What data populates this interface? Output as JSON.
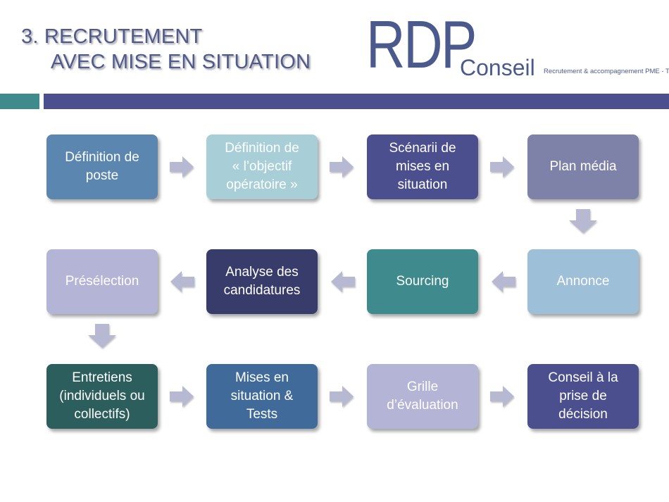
{
  "title": {
    "line1": "3.  RECRUTEMENT",
    "line2": "AVEC MISE EN SITUATION"
  },
  "logo": {
    "mark": "RDP",
    "word": "Conseil",
    "tagline": "Recrutement & accompagnement PME - TPE"
  },
  "steps": [
    {
      "label": "Définition de\nposte",
      "color": "#5b86b0"
    },
    {
      "label": "Définition de\n« l’objectif\nopératoire »",
      "color": "#a8cfd8"
    },
    {
      "label": "Scénarii de\nmises en\nsituation",
      "color": "#4b4f8e"
    },
    {
      "label": "Plan média",
      "color": "#7f82a8"
    },
    {
      "label": "Annonce",
      "color": "#9dbfd8"
    },
    {
      "label": "Sourcing",
      "color": "#3f8a8c"
    },
    {
      "label": "Analyse des\ncandidatures",
      "color": "#383c6a"
    },
    {
      "label": "Présélection",
      "color": "#b3b4d6"
    },
    {
      "label": "Entretiens\n(individuels ou\ncollectifs)",
      "color": "#2c5e5e"
    },
    {
      "label": "Mises en\nsituation  &\nTests",
      "color": "#3f6a9a"
    },
    {
      "label": "Grille\nd’évaluation",
      "color": "#b3b4d6"
    },
    {
      "label": "Conseil à la\nprise de\ndécision",
      "color": "#4b4f8e"
    }
  ],
  "arrow_color": "#b7b9d3"
}
